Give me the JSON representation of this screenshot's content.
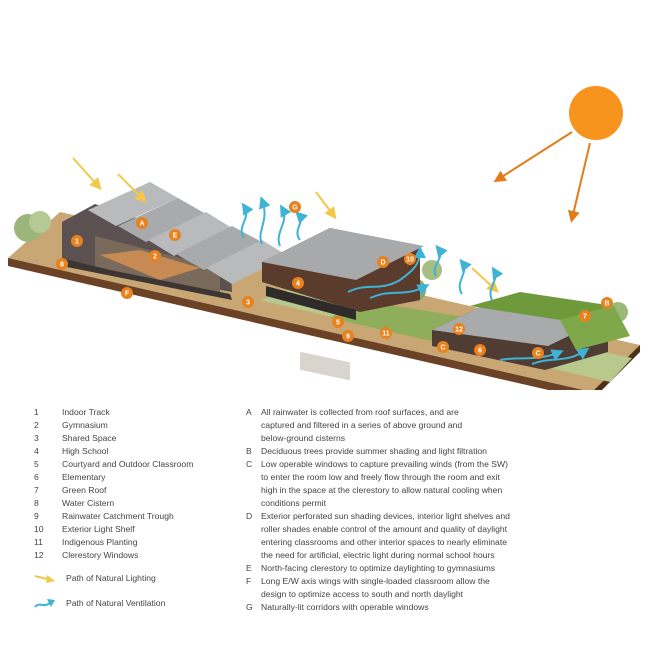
{
  "colors": {
    "badge": "#e8821e",
    "lighting_arrow": "#f2c84b",
    "ventilation_arrow": "#3fb3d6",
    "sun": "#f7941d",
    "sun_ray": "#e37b1a",
    "roof": "#a9aaac",
    "green_roof": "#6f9a3c",
    "ground": "#6b4226"
  },
  "icons": {
    "sun": "sun-icon",
    "lighting": "lighting-arrow-icon",
    "ventilation": "ventilation-arrow-icon"
  },
  "numbered_items": [
    {
      "key": "1",
      "label": "Indoor Track"
    },
    {
      "key": "2",
      "label": "Gymnasium"
    },
    {
      "key": "3",
      "label": "Shared Space"
    },
    {
      "key": "4",
      "label": "High School"
    },
    {
      "key": "5",
      "label": "Courtyard and Outdoor Classroom"
    },
    {
      "key": "6",
      "label": "Elementary"
    },
    {
      "key": "7",
      "label": "Green Roof"
    },
    {
      "key": "8",
      "label": "Water Cistern"
    },
    {
      "key": "9",
      "label": "Rainwater Catchment Trough"
    },
    {
      "key": "10",
      "label": "Exterior Light Shelf"
    },
    {
      "key": "11",
      "label": "Indigenous Planting"
    },
    {
      "key": "12",
      "label": "Clerestory Windows"
    }
  ],
  "lettered_items": [
    {
      "key": "A",
      "text": "All rainwater is collected from roof surfaces, and are\ncaptured and filtered in a series of above ground and\nbelow-ground cisterns"
    },
    {
      "key": "B",
      "text": "Deciduous trees provide summer shading and light filtration"
    },
    {
      "key": "C",
      "text": "Low operable windows to capture prevailing winds (from the SW)\nto enter the room low and freely flow through the room and exit\nhigh in the space at the clerestory to allow natural cooling when\nconditions permit"
    },
    {
      "key": "D",
      "text": "Exterior perforated sun shading devices, interior light shelves and\nroller shades enable control of the amount and quality of daylight\nentering classrooms and other interior spaces to nearly eliminate\nthe need for artificial, electric light during normal school hours"
    },
    {
      "key": "E",
      "text": "North-facing clerestory to optimize daylighting to gymnasiums"
    },
    {
      "key": "F",
      "text": "Long E/W axis wings with single-loaded classroom allow the\ndesign to optimize access to south and north daylight"
    },
    {
      "key": "G",
      "text": "Naturally-lit corridors with operable windows"
    }
  ],
  "key": {
    "lighting": "Path of Natural Lighting",
    "ventilation": "Path of Natural Ventilation"
  },
  "callouts": {
    "n1": "1",
    "n2": "2",
    "n3": "3",
    "n4": "4",
    "n5": "5",
    "n6": "6",
    "n7": "7",
    "n8": "8",
    "n9": "9",
    "n10": "10",
    "n11": "11",
    "n12": "12",
    "A": "A",
    "B": "B",
    "C1": "C",
    "C2": "C",
    "D": "D",
    "E": "E",
    "F": "F",
    "G": "G"
  }
}
